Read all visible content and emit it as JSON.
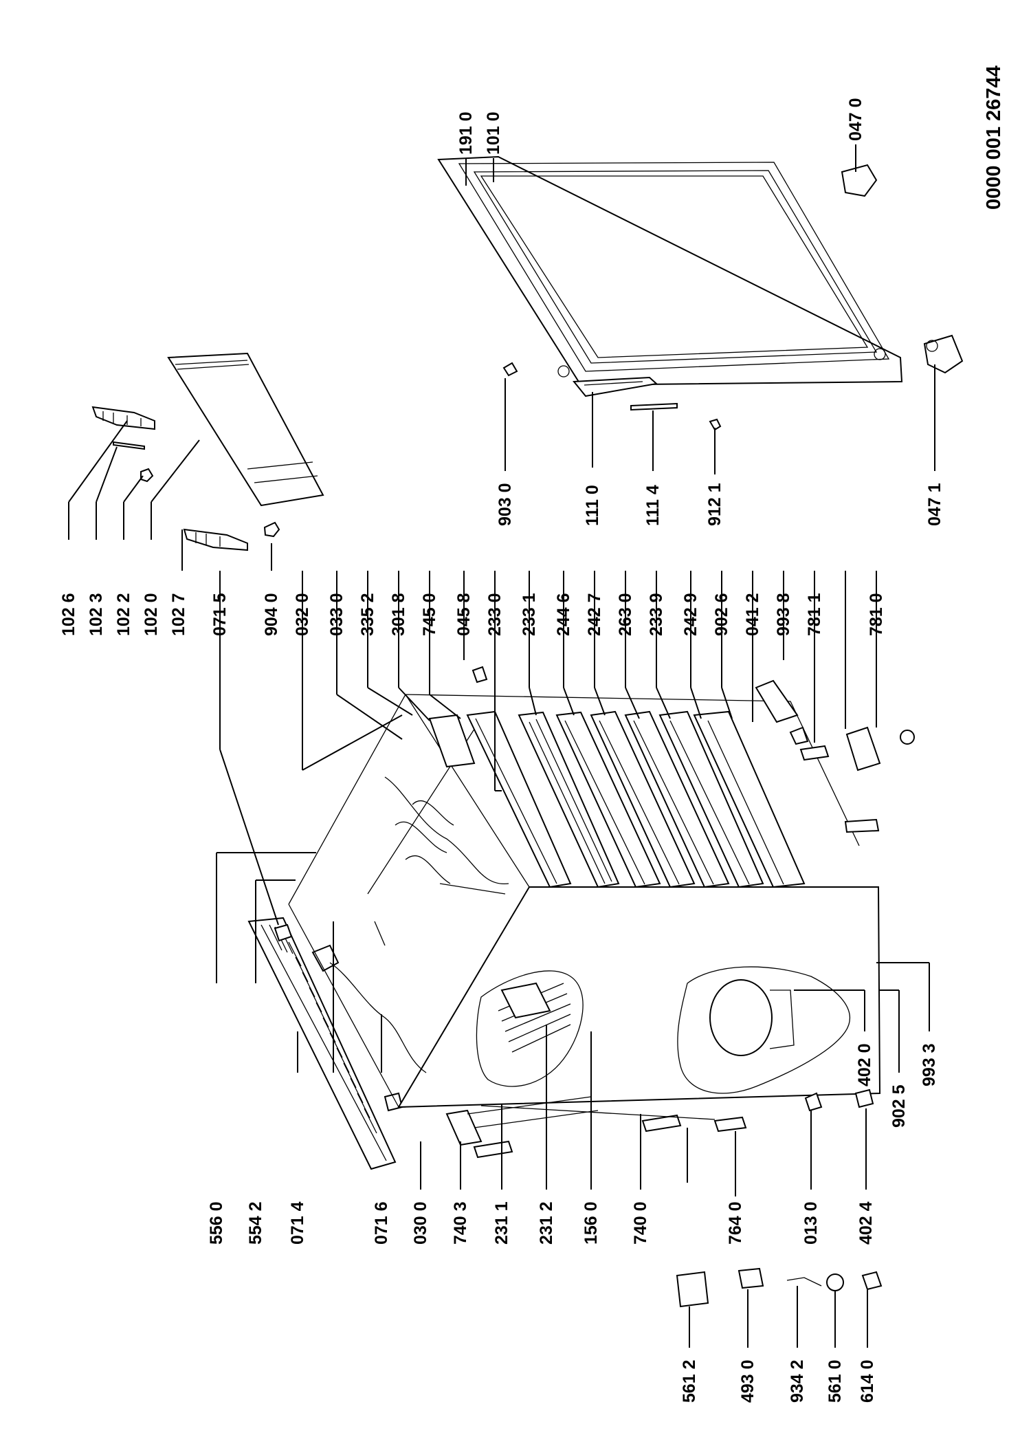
{
  "document_id": "0000 001 26744",
  "colors": {
    "ink": "#000000",
    "paper": "#ffffff"
  },
  "parts": {
    "p102_6": "102 6",
    "p102_3": "102 3",
    "p102_2": "102 2",
    "p102_0": "102 0",
    "p102_7": "102 7",
    "p071_5": "071 5",
    "p904_0": "904 0",
    "p032_0": "032 0",
    "p033_0": "033 0",
    "p335_2": "335 2",
    "p301_8": "301 8",
    "p745_0": "745 0",
    "p045_8": "045 8",
    "p233_0": "233 0",
    "p233_1": "233 1",
    "p244_6": "244 6",
    "p242_7": "242 7",
    "p263_0": "263 0",
    "p233_9": "233 9",
    "p242_9": "242 9",
    "p902_6": "902 6",
    "p041_2": "041 2",
    "p993_8": "993 8",
    "p781_1": "781 1",
    "p781_0": "781 0",
    "p191_0": "191 0",
    "p101_0": "101 0",
    "p047_0": "047 0",
    "p903_0": "903 0",
    "p111_0": "111 0",
    "p111_4": "111 4",
    "p912_1": "912 1",
    "p047_1": "047 1",
    "p402_0": "402 0",
    "p902_5": "902 5",
    "p993_3": "993 3",
    "p556_0": "556 0",
    "p554_2": "554 2",
    "p071_4": "071 4",
    "p071_6": "071 6",
    "p030_0": "030 0",
    "p740_3": "740 3",
    "p231_1": "231 1",
    "p231_2": "231 2",
    "p156_0": "156 0",
    "p740_0": "740 0",
    "p764_0": "764 0",
    "p013_0": "013 0",
    "p402_4": "402 4",
    "p561_2": "561 2",
    "p493_0": "493 0",
    "p934_2": "934 2",
    "p561_0": "561 0",
    "p614_0": "614 0"
  }
}
